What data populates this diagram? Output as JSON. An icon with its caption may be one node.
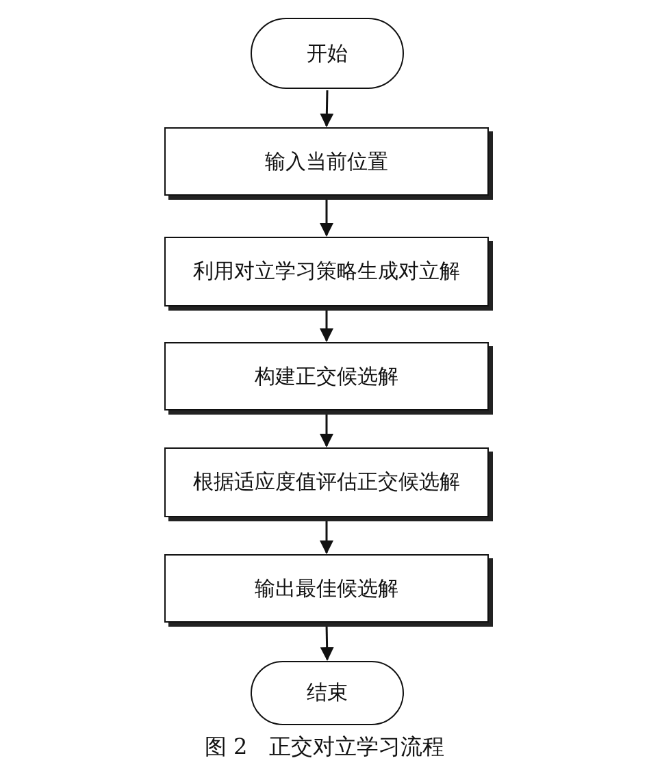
{
  "diagram": {
    "caption": "图 2　正交对立学习流程",
    "nodes": [
      {
        "text": [
          "开始"
        ]
      },
      {
        "text": [
          "输入当前位置"
        ]
      },
      {
        "text": [
          "利用对立学习策略生成对立解"
        ]
      },
      {
        "text": [
          "构建正交候选解"
        ]
      },
      {
        "text": [
          "根据适应度值评估正交候选解"
        ]
      },
      {
        "text": [
          "输出最佳候选解"
        ]
      },
      {
        "text": [
          "结束"
        ]
      }
    ],
    "edges": [
      {
        "from": 0,
        "to": 1,
        "arrow": "to"
      },
      {
        "from": 1,
        "to": 2,
        "arrow": "to"
      },
      {
        "from": 2,
        "to": 3,
        "arrow": "to"
      },
      {
        "from": 3,
        "to": 4,
        "arrow": "to"
      },
      {
        "from": 4,
        "to": 5,
        "arrow": "to"
      },
      {
        "from": 5,
        "to": 6,
        "arrow": "to"
      }
    ]
  }
}
